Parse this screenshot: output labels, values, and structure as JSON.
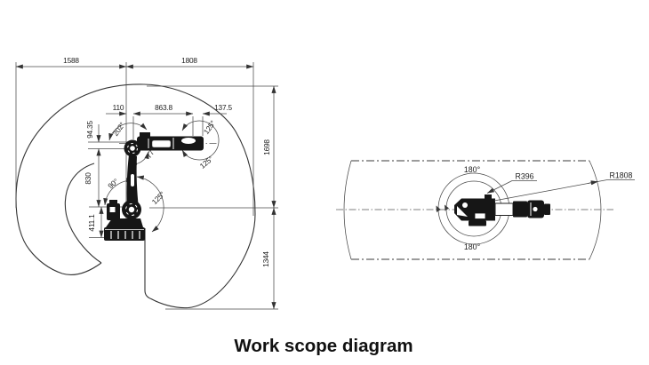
{
  "title": "Work scope diagram",
  "left_view": {
    "name": "side-view-work-envelope",
    "dims": {
      "top_left": "1588",
      "top_right": "1808",
      "upper_offset": "110",
      "forearm": "863.8",
      "wrist": "137.5",
      "elbow_offset": "94.35",
      "arm": "830",
      "base_height": "411.1",
      "height_upper": "1698",
      "height_lower": "1344"
    },
    "angles": {
      "elbow_range": "202°",
      "elbow": "77°",
      "base_left": "90°",
      "base_right": "125°",
      "wrist_upper": "125°",
      "wrist_lower": "125°"
    }
  },
  "top_view": {
    "name": "top-view-work-envelope",
    "labels": {
      "rotation_top": "180°",
      "rotation_bottom": "180°",
      "inner_radius": "R396",
      "outer_radius": "R1808"
    }
  },
  "colors": {
    "line": "#3a3a3a",
    "dark": "#161616",
    "background": "#ffffff",
    "text": "#222222",
    "title": "#111111"
  }
}
